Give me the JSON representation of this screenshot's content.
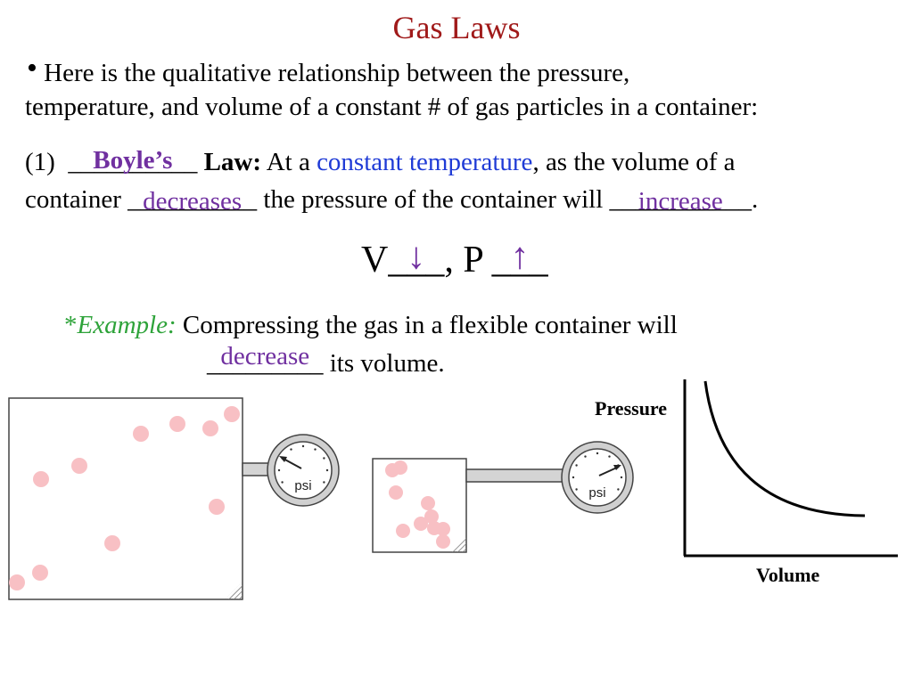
{
  "colors": {
    "title": "#a01a1a",
    "answer": "#7030a0",
    "highlight": "#1f3bd6",
    "example": "#2ea33a",
    "particle": "#f8c0c4"
  },
  "slide": {
    "title": "Gas Laws",
    "bullet_line1": "Here is the qualitative relationship between the pressure,",
    "bullet_line2": "temperature, and volume of a constant # of gas particles in a container:"
  },
  "law": {
    "number": "(1)",
    "blank1_underline": "__________",
    "blank1_answer": "Boyle’s",
    "law_word": "Law:",
    "at_a": "At a",
    "constant_temp": "constant temperature",
    "rest_line1": ", as the volume of a",
    "container": "container",
    "blank2_underline": "__________",
    "blank2_answer": "decreases",
    "middle": "the pressure of the container will",
    "blank3_underline": "___________",
    "blank3_answer": "increase",
    "period": "."
  },
  "equation": {
    "v": "V",
    "v_blank": "___",
    "v_arrow": "↓",
    "comma_p": ", P",
    "p_blank": "___",
    "p_arrow": "↑"
  },
  "example": {
    "star": "*",
    "label": "Example:",
    "line1": "Compressing the gas in a flexible container will",
    "blank": "_________",
    "answer": "decrease",
    "line2_rest": "its volume."
  },
  "gauge": {
    "unit": "psi"
  },
  "graph": {
    "ylabel": "Pressure",
    "xlabel": "Volume"
  }
}
